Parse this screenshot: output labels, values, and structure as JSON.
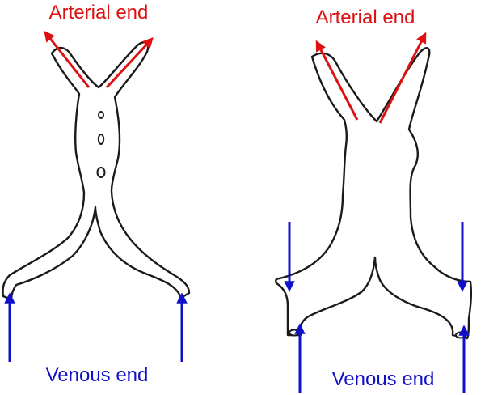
{
  "labels": {
    "left_arterial": "Arterial end",
    "left_venous": "Venous end",
    "right_arterial": "Arterial end",
    "right_venous": "Venous end"
  },
  "colors": {
    "arterial": "#dd1111",
    "venous": "#1010cc",
    "outline": "#1a1a1a"
  },
  "icons": {
    "arterial_arrow": "red-arrow-icon",
    "venous_arrow": "blue-arrow-icon"
  }
}
